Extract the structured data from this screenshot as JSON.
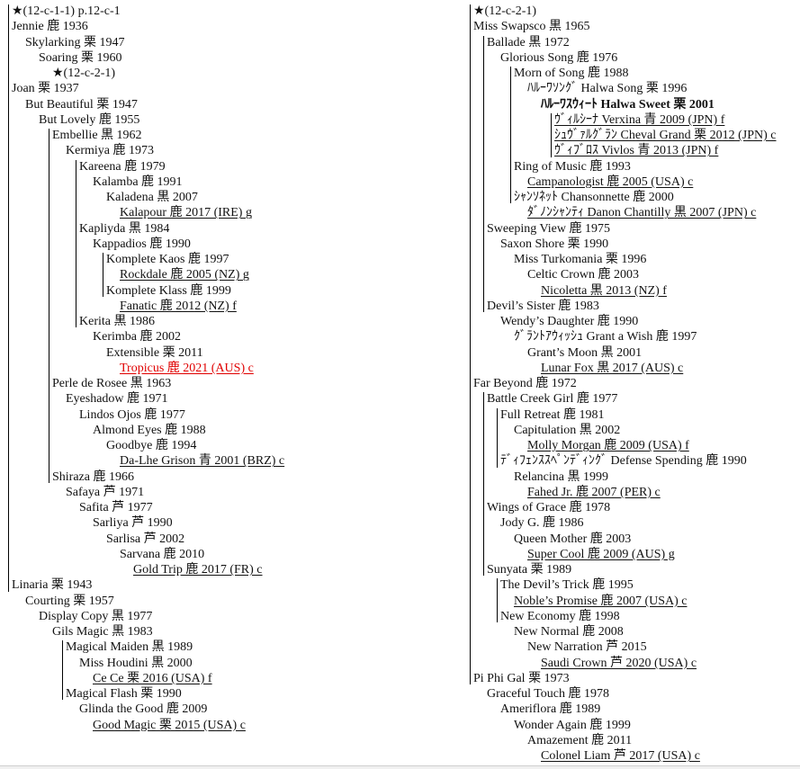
{
  "left_column": [
    {
      "text": "★(12-c-1-1) p.12-c-1",
      "level": 0
    },
    {
      "text": "Jennie  鹿 1936",
      "level": 0
    },
    {
      "text": "Skylarking  栗 1947",
      "level": 1
    },
    {
      "text": "Soaring  栗 1960",
      "level": 2
    },
    {
      "text": "★(12-c-2-1)",
      "level": 3
    },
    {
      "text": "Joan  栗 1937",
      "level": 0
    },
    {
      "text": "But Beautiful  栗 1947",
      "level": 1
    },
    {
      "text": "But Lovely  鹿 1955",
      "level": 2
    },
    {
      "text": "Embellie  黒 1962",
      "level": 3
    },
    {
      "text": "Kermiya  鹿 1973",
      "level": 4
    },
    {
      "text": "Kareena  鹿 1979",
      "level": 5
    },
    {
      "text": "Kalamba  鹿 1991",
      "level": 6
    },
    {
      "text": "Kaladena  黒 2007",
      "level": 7
    },
    {
      "text": "Kalapour  鹿 2017 (IRE) g",
      "level": 8,
      "underline": true
    },
    {
      "text": "Kapliyda  黒 1984",
      "level": 5
    },
    {
      "text": "Kappadios  鹿 1990",
      "level": 6
    },
    {
      "text": "Komplete Kaos  鹿 1997",
      "level": 7
    },
    {
      "text": "Rockdale  鹿 2005 (NZ) g",
      "level": 8,
      "underline": true
    },
    {
      "text": "Komplete Klass  鹿 1999",
      "level": 7
    },
    {
      "text": "Fanatic  鹿 2012 (NZ) f",
      "level": 8,
      "underline": true
    },
    {
      "text": "Kerita  黒 1986",
      "level": 5
    },
    {
      "text": "Kerimba  鹿 2002",
      "level": 6
    },
    {
      "text": "Extensible  栗 2011",
      "level": 7
    },
    {
      "text": "Tropicus  鹿 2021 (AUS) c",
      "level": 8,
      "underline": true,
      "highlight": "#e00000"
    },
    {
      "text": "Perle de Rosee  黒 1963",
      "level": 3
    },
    {
      "text": "Eyeshadow  鹿 1971",
      "level": 4
    },
    {
      "text": "Lindos Ojos  鹿 1977",
      "level": 5
    },
    {
      "text": "Almond Eyes  鹿 1988",
      "level": 6
    },
    {
      "text": "Goodbye  鹿 1994",
      "level": 7
    },
    {
      "text": "Da-Lhe Grison  青 2001 (BRZ) c",
      "level": 8,
      "underline": true
    },
    {
      "text": "Shiraza  鹿 1966",
      "level": 3
    },
    {
      "text": "Safaya  芦 1971",
      "level": 4
    },
    {
      "text": "Safita  芦 1977",
      "level": 5
    },
    {
      "text": "Sarliya  芦 1990",
      "level": 6
    },
    {
      "text": "Sarlisa  芦 2002",
      "level": 7
    },
    {
      "text": "Sarvana  鹿 2010",
      "level": 8
    },
    {
      "text": "Gold Trip  鹿 2017 (FR) c",
      "level": 9,
      "underline": true
    },
    {
      "text": "Linaria  栗 1943",
      "level": 0
    },
    {
      "text": "Courting  栗 1957",
      "level": 1
    },
    {
      "text": "Display Copy  黒 1977",
      "level": 2
    },
    {
      "text": "Gils Magic  黒 1983",
      "level": 3
    },
    {
      "text": "Magical Maiden  黒 1989",
      "level": 4
    },
    {
      "text": "Miss Houdini  黒 2000",
      "level": 5
    },
    {
      "text": "Ce Ce  栗 2016 (USA) f",
      "level": 6,
      "underline": true
    },
    {
      "text": "Magical Flash  栗 1990",
      "level": 4
    },
    {
      "text": "Glinda the Good  鹿 2009",
      "level": 5
    },
    {
      "text": "Good Magic  栗 2015 (USA) c",
      "level": 6,
      "underline": true
    }
  ],
  "right_column": [
    {
      "text": "★(12-c-2-1)",
      "level": 0
    },
    {
      "text": "Miss Swapsco  黒 1965",
      "level": 0
    },
    {
      "text": "Ballade  黒 1972",
      "level": 1
    },
    {
      "text": "Glorious Song  鹿 1976",
      "level": 2
    },
    {
      "text": "Morn of Song  鹿 1988",
      "level": 3
    },
    {
      "text": "ﾊﾙｰﾜｿﾝｸﾞ Halwa Song  栗 1996",
      "level": 4
    },
    {
      "text": "ﾊﾙｰﾜｽｳｨｰﾄ Halwa Sweet  栗 2001",
      "level": 5,
      "bold": true
    },
    {
      "text": "ｳﾞｨﾙｼｰﾅ Verxina  青 2009 (JPN) f",
      "level": 6,
      "underline": true
    },
    {
      "text": "ｼｭｳﾞｧﾙｸﾞﾗﾝ Cheval Grand  栗 2012 (JPN) c",
      "level": 6,
      "underline": true
    },
    {
      "text": "ｳﾞｨﾌﾞﾛｽ Vivlos  青 2013 (JPN) f",
      "level": 6,
      "underline": true
    },
    {
      "text": "Ring of Music  鹿 1993",
      "level": 3
    },
    {
      "text": "Campanologist  鹿 2005 (USA) c",
      "level": 4,
      "underline": true
    },
    {
      "text": "ｼｬﾝｿﾈｯﾄ Chansonnette  鹿 2000",
      "level": 3
    },
    {
      "text": "ﾀﾞﾉﾝｼｬﾝﾃｨ Danon Chantilly  黒 2007 (JPN) c",
      "level": 4,
      "underline": true
    },
    {
      "text": "Sweeping View  鹿 1975",
      "level": 1
    },
    {
      "text": "Saxon Shore  栗 1990",
      "level": 2
    },
    {
      "text": "Miss Turkomania  栗 1996",
      "level": 3
    },
    {
      "text": "Celtic Crown  鹿 2003",
      "level": 4
    },
    {
      "text": "Nicoletta  黒 2013 (NZ) f",
      "level": 5,
      "underline": true
    },
    {
      "text": "Devil’s Sister  鹿 1983",
      "level": 1
    },
    {
      "text": "Wendy’s Daughter  鹿 1990",
      "level": 2
    },
    {
      "text": "ｸﾞﾗﾝﾄｱｳｨｯｼｭ Grant a Wish  鹿 1997",
      "level": 3
    },
    {
      "text": "Grant’s Moon  黒 2001",
      "level": 4
    },
    {
      "text": "Lunar Fox  黒 2017 (AUS) c",
      "level": 5,
      "underline": true
    },
    {
      "text": "Far Beyond  鹿 1972",
      "level": 0
    },
    {
      "text": "Battle Creek Girl  鹿 1977",
      "level": 1
    },
    {
      "text": "Full Retreat  鹿 1981",
      "level": 2
    },
    {
      "text": "Capitulation  黒 2002",
      "level": 3
    },
    {
      "text": "Molly Morgan  鹿 2009 (USA) f",
      "level": 4,
      "underline": true
    },
    {
      "text": "ﾃﾞｨﾌｪﾝｽｽﾍﾟﾝﾃﾞｨﾝｸﾞ Defense Spending  鹿 1990",
      "level": 2
    },
    {
      "text": "Relancina  黒 1999",
      "level": 3
    },
    {
      "text": "Fahed Jr.  鹿 2007 (PER) c",
      "level": 4,
      "underline": true
    },
    {
      "text": "Wings of Grace  鹿 1978",
      "level": 1
    },
    {
      "text": "Jody G.  鹿 1986",
      "level": 2
    },
    {
      "text": "Queen Mother  鹿 2003",
      "level": 3
    },
    {
      "text": "Super Cool  鹿 2009 (AUS) g",
      "level": 4,
      "underline": true
    },
    {
      "text": "Sunyata  栗 1989",
      "level": 1
    },
    {
      "text": "The Devil’s Trick  鹿 1995",
      "level": 2
    },
    {
      "text": "Noble’s Promise  鹿 2007 (USA) c",
      "level": 3,
      "underline": true
    },
    {
      "text": "New Economy  鹿 1998",
      "level": 2
    },
    {
      "text": "New Normal  鹿 2008",
      "level": 3
    },
    {
      "text": "New Narration  芦 2015",
      "level": 4
    },
    {
      "text": "Saudi Crown  芦 2020 (USA) c",
      "level": 5,
      "underline": true
    },
    {
      "text": "Pi Phi Gal  栗 1973",
      "level": 0
    },
    {
      "text": "Graceful Touch  鹿 1978",
      "level": 1
    },
    {
      "text": "Ameriflora  鹿 1989",
      "level": 2
    },
    {
      "text": "Wonder Again  鹿 1999",
      "level": 3
    },
    {
      "text": "Amazement  鹿 2011",
      "level": 4
    },
    {
      "text": "Colonel Liam  芦 2017 (USA) c",
      "level": 5,
      "underline": true
    }
  ]
}
